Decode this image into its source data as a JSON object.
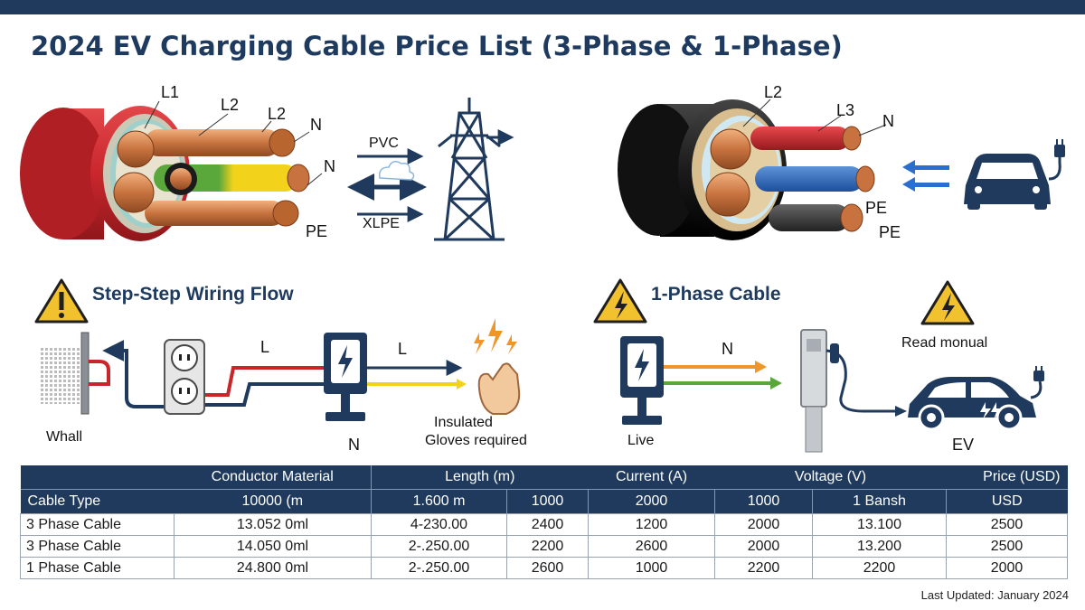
{
  "title": "2024 EV Charging Cable Price List (3-Phase & 1-Phase)",
  "cable_labels": {
    "three_phase": [
      "L1",
      "L2",
      "L2",
      "N",
      "N",
      "PE"
    ],
    "one_phase": [
      "L2",
      "L3",
      "N",
      "PE",
      "PE"
    ]
  },
  "insulation": {
    "top": "PVC",
    "bottom": "XLPE"
  },
  "sections": {
    "left": {
      "title": "Step-Step Wiring Flow",
      "labels": {
        "wall": "Whall",
        "l1": "L",
        "l2": "L",
        "n": "N",
        "gloves_1": "Insulated",
        "gloves_2": "Gloves required"
      }
    },
    "right": {
      "title": "1-Phase Cable",
      "labels": {
        "n": "N",
        "live": "Live",
        "read": "Read monual",
        "ev": "EV"
      }
    }
  },
  "colors": {
    "navy": "#1f3a5c",
    "title": "#1e3a5f",
    "warning": "#f2c12e",
    "red_sheath": "#c9272d",
    "black_sheath": "#1b1b1b",
    "copper": "#c8733f",
    "wire_red": "#c8262b",
    "wire_blue": "#2a63b8",
    "wire_yellow": "#f2d21b",
    "wire_green": "#5aa83c",
    "wire_orange": "#f0952a"
  },
  "table": {
    "header_row1": [
      "",
      "Conductor Material",
      "Length (m)",
      "Current (A)",
      "Voltage (V)",
      "Price (USD)"
    ],
    "header_row2": [
      "Cable Type",
      "10000 (m",
      "1.600 m",
      "1000",
      "2000",
      "1000",
      "1 Bansh",
      "USD"
    ],
    "rows": [
      [
        "3 Phase Cable",
        "13.052 0ml",
        "4-230.00",
        "2400",
        "1200",
        "2000",
        "13.100",
        "2500"
      ],
      [
        "3 Phase Cable",
        "14.050 0ml",
        "2-.250.00",
        "2200",
        "2600",
        "2000",
        "13.200",
        "2500"
      ],
      [
        "1 Phase Cable",
        "24.800 0ml",
        "2-.250.00",
        "2600",
        "1000",
        "2200",
        "2200",
        "2000"
      ]
    ]
  },
  "footer": {
    "updated": "Last Updated: January 2024"
  }
}
